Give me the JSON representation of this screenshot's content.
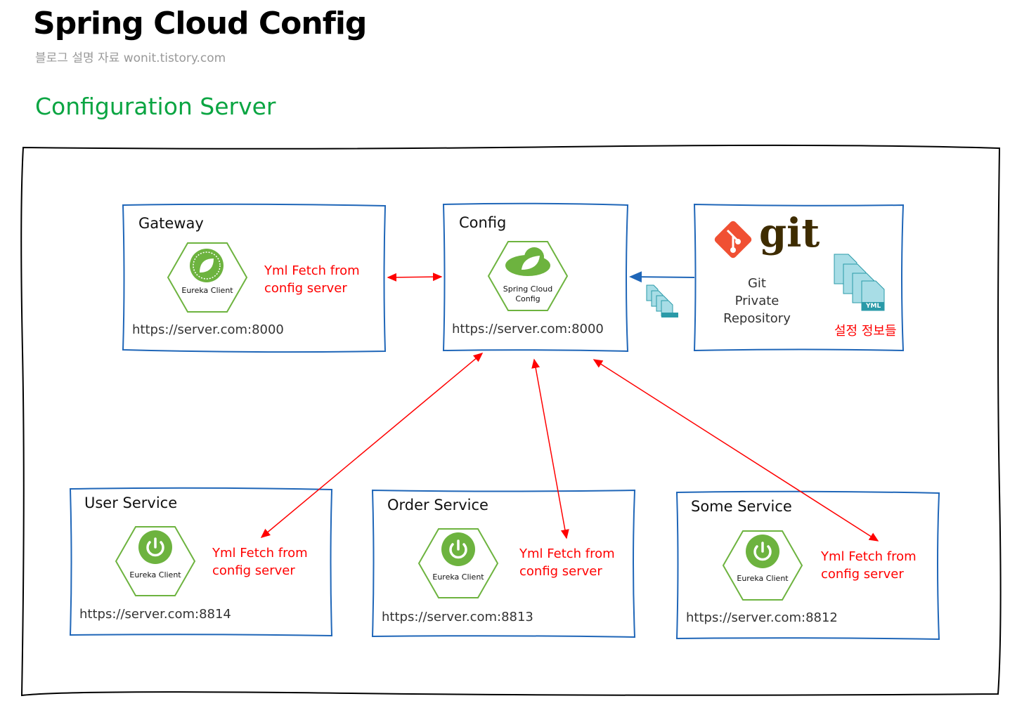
{
  "header": {
    "title": "Spring Cloud Config",
    "subtitle": "블로그 설명 자료 wonit.tistory.com",
    "section": "Configuration Server"
  },
  "colors": {
    "box_border": "#1f66b8",
    "arrow_red": "#ff0000",
    "arrow_blue": "#1f66b8",
    "spring_green": "#6db33f",
    "title_green": "#0aa542"
  },
  "gateway": {
    "title": "Gateway",
    "hex_label": "Eureka Client",
    "fetch_line1": "Yml Fetch from",
    "fetch_line2": "config server",
    "url": "https://server.com:8000",
    "icon": "spring-leaf-icon"
  },
  "config": {
    "title": "Config",
    "hex_label": "Spring Cloud Config",
    "url": "https://server.com:8000",
    "icon": "spring-cloud-icon"
  },
  "git": {
    "logo_text": "git",
    "label_line1": "Git",
    "label_line2": "Private",
    "label_line3": "Repository",
    "files_label": "설정 정보들",
    "file_tag": "YML",
    "icon": "yml-file-icon"
  },
  "services": [
    {
      "title": "User Service",
      "hex_label": "Eureka Client",
      "fetch_line1": "Yml Fetch from",
      "fetch_line2": "config server",
      "url": "https://server.com:8814"
    },
    {
      "title": "Order Service",
      "hex_label": "Eureka Client",
      "fetch_line1": "Yml Fetch from",
      "fetch_line2": "config server",
      "url": "https://server.com:8813"
    },
    {
      "title": "Some Service",
      "hex_label": "Eureka Client",
      "fetch_line1": "Yml Fetch from",
      "fetch_line2": "config server",
      "url": "https://server.com:8812"
    }
  ]
}
